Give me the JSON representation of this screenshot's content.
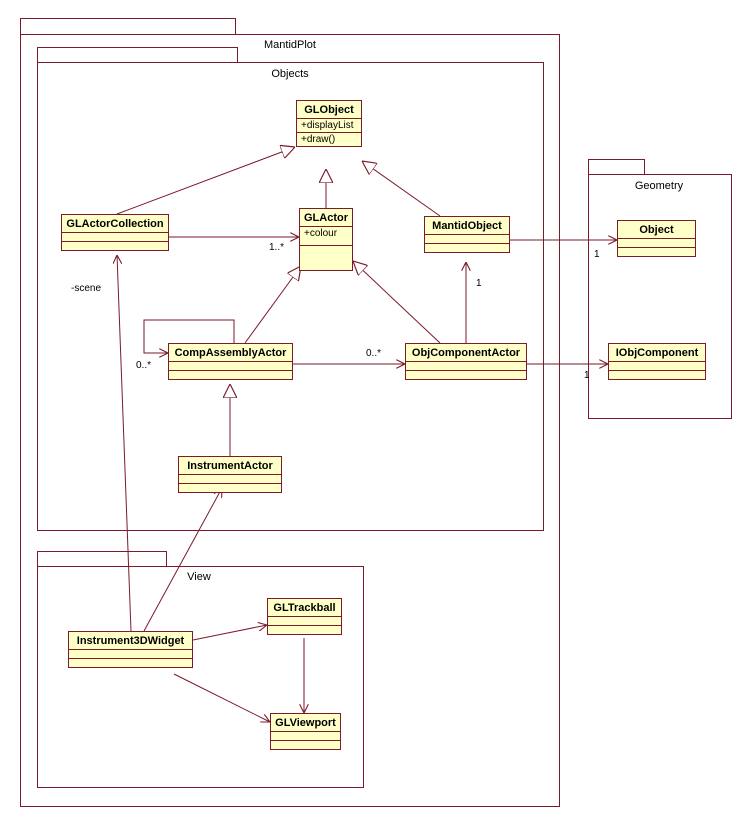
{
  "packages": {
    "mantidplot": "MantidPlot",
    "objects": "Objects",
    "view": "View",
    "geometry": "Geometry"
  },
  "classes": {
    "globject": {
      "name": "GLObject",
      "attr": "+displayList",
      "op": "+draw()"
    },
    "glactor": {
      "name": "GLActor",
      "attr": "+colour"
    },
    "glactorcollection": {
      "name": "GLActorCollection"
    },
    "mantidobject": {
      "name": "MantidObject"
    },
    "compassemblyactor": {
      "name": "CompAssemblyActor"
    },
    "objcomponentactor": {
      "name": "ObjComponentActor"
    },
    "instrumentactor": {
      "name": "InstrumentActor"
    },
    "instrument3dwidget": {
      "name": "Instrument3DWidget"
    },
    "gltrackball": {
      "name": "GLTrackball"
    },
    "glviewport": {
      "name": "GLViewport"
    },
    "object": {
      "name": "Object"
    },
    "iobjcomponent": {
      "name": "IObjComponent"
    }
  },
  "labels": {
    "mult_1_many": "1..*",
    "mult_0_many_left": "0..*",
    "mult_0_many_right": "0..*",
    "mult_1_mantid": "1",
    "mult_1_object": "1",
    "mult_1_iobj": "1",
    "scene": "-scene"
  }
}
